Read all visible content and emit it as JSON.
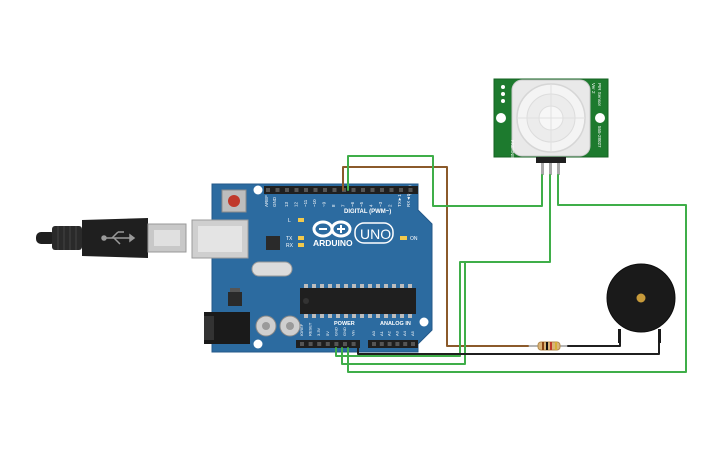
{
  "board": {
    "brand": "ARDUINO",
    "model": "UNO",
    "digital_header": "DIGITAL (PWM~)",
    "power_header": "POWER",
    "analog_header": "ANALOG IN",
    "on_label": "ON",
    "led_l": "L",
    "led_tx": "TX",
    "led_rx": "RX",
    "aref": "AREF",
    "gnd": "GND",
    "digital_pins": [
      "13",
      "12",
      "~11",
      "~10",
      "~9",
      "8",
      "7",
      "~6",
      "~5",
      "4",
      "~3",
      "2",
      "TX►1",
      "RX◄0"
    ],
    "power_pins": [
      "IOREF",
      "RESET",
      "3.3V",
      "5V",
      "GND",
      "GND",
      "Vin"
    ],
    "analog_pins": [
      "A0",
      "A1",
      "A2",
      "A3",
      "A4",
      "A5"
    ]
  },
  "pir_sensor": {
    "left_label": "FRESNEL",
    "right_label_top": "PIR Sensor",
    "right_label_mid": "Ver 2",
    "right_label_bottom": "555-28027"
  },
  "wire_colors": {
    "green": "#3fae49",
    "brown": "#8b5a2b",
    "black": "#1f1f1f",
    "board_blue": "#2c6ba0",
    "pcb_green": "#1d7a2e"
  }
}
